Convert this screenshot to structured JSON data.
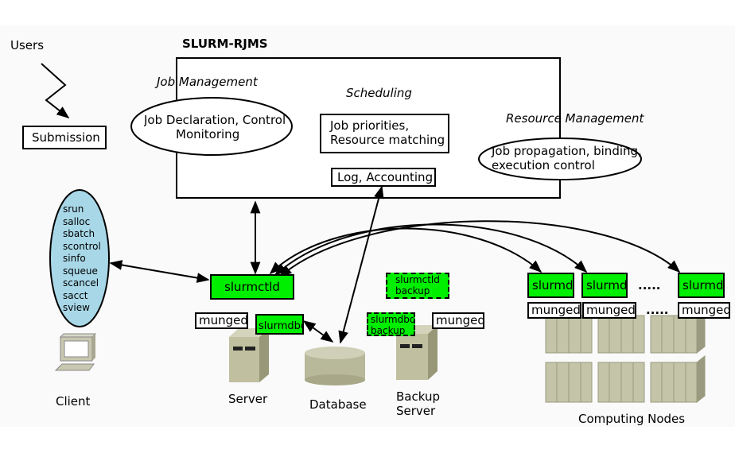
{
  "labels": {
    "users": "Users",
    "submission": "Submission",
    "rjms_title": "SLURM-RJMS",
    "job_management": "Job Management",
    "job_decl_line1": "Job Declaration, Control",
    "job_decl_line2": "Monitoring",
    "scheduling": "Scheduling",
    "priorities_line1": "Job priorities,",
    "priorities_line2": "Resource matching",
    "log_accounting": "Log, Accounting",
    "resource_management": "Resource Management",
    "propagation_line1": "Job propagation, binding,",
    "propagation_line2": "execution control",
    "client": "Client",
    "slurmctld": "slurmctld",
    "munged": "munged",
    "slurmdbd": "slurmdbd",
    "server": "Server",
    "database": "Database",
    "slurmctld_backup_line1": "slurmctld",
    "slurmctld_backup_line2": "backup",
    "slurmdbd_backup_line1": "slurmdbd",
    "slurmdbd_backup_line2": "backup",
    "backup_server_line1": "Backup",
    "backup_server_line2": "Server",
    "slurmd": "slurmd",
    "ellipsis": ".....",
    "computing_nodes": "Computing Nodes"
  },
  "commands": [
    "srun",
    "salloc",
    "sbatch",
    "scontrol",
    "sinfo",
    "squeue",
    "scancel",
    "sacct",
    "sview"
  ],
  "colors": {
    "daemon_green": "#00ee00",
    "client_ellipse": "#a8d8e8",
    "hardware": "#b8b89a"
  }
}
